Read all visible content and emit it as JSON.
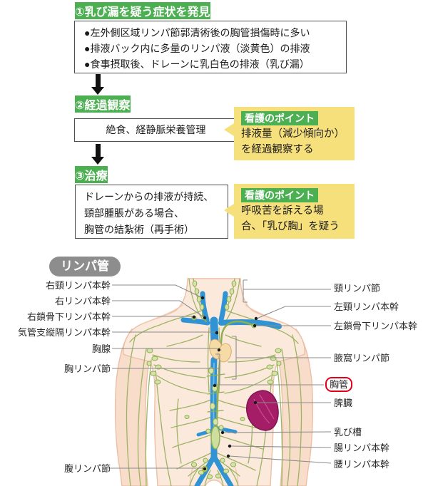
{
  "flowchart": {
    "steps": [
      {
        "header": "①乳び漏を疑う症状を発見",
        "bullets": [
          "●左外側区域リンパ節郭清術後の胸管損傷時に多い",
          "●排液バック内に多量のリンパ液（淡黄色）の排液",
          "●食事摂取後、ドレーンに乳白色の排液（乳び漏）"
        ]
      },
      {
        "header": "②経過観察",
        "box": "絶食、経静脈栄養管理",
        "note": {
          "title": "看護のポイント",
          "lines": [
            "排液量（減少傾向か）",
            "を経過観察する"
          ]
        }
      },
      {
        "header": "③治療",
        "box_lines": [
          "ドレーンからの排液が持続、",
          "頸部腫脹がある場合、",
          "胸管の結紮術（再手術）"
        ],
        "note": {
          "title": "看護のポイント",
          "lines": [
            "呼吸苦を訴える場",
            "合、「乳び胸」を疑う"
          ]
        }
      }
    ]
  },
  "diagram": {
    "title": "リンパ管",
    "labels_left": [
      "右頸リンパ本幹",
      "右リンパ本幹",
      "右鎖骨下リンパ本幹",
      "気管支縦隔リンパ本幹",
      "胸腺",
      "胸リンパ節",
      "腹リンパ節"
    ],
    "labels_right": [
      "頸リンパ節",
      "左頸リンパ本幹",
      "左鎖骨下リンパ本幹",
      "腋窩リンパ節",
      "胸管",
      "脾臓",
      "乳び槽",
      "腸リンパ本幹",
      "腰リンパ本幹"
    ],
    "highlighted_label": "胸管"
  },
  "icons": {
    "flow_arrow": "black-down-arrow",
    "callout_pointer": "left-triangle"
  },
  "colors": {
    "accent_green": "#4cb052",
    "note_yellow": "#f6e07b",
    "badge_red": "#e50019",
    "pill_gray": "#8d8d8d",
    "lymph_green": "#9db463",
    "vein_blue": "#2f93d4",
    "spleen_magenta": "#a51d66",
    "skin": "#fae3d4"
  }
}
